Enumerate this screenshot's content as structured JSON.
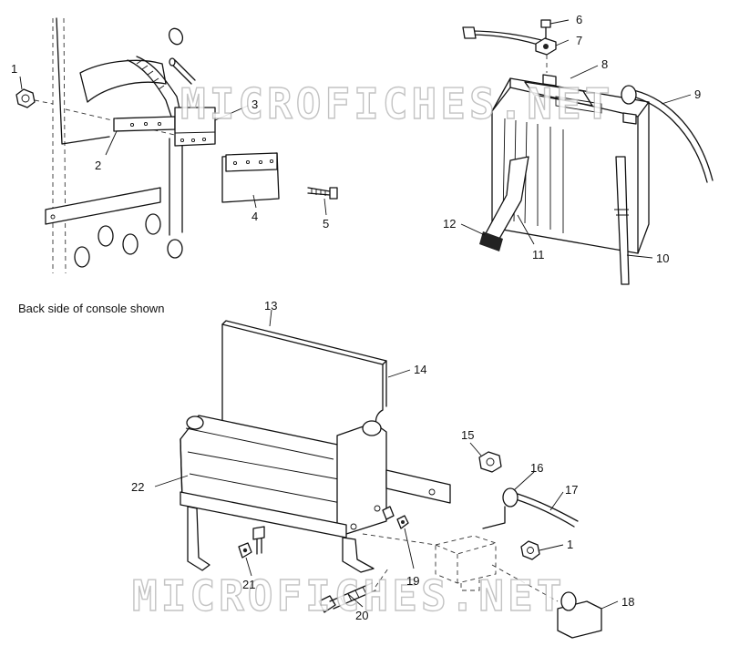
{
  "caption": "Back side of console shown",
  "watermark": "MICROFICHES.NET",
  "callouts": [
    {
      "id": "c1a",
      "label": "1"
    },
    {
      "id": "c2",
      "label": "2"
    },
    {
      "id": "c3",
      "label": "3"
    },
    {
      "id": "c4",
      "label": "4"
    },
    {
      "id": "c5",
      "label": "5"
    },
    {
      "id": "c6",
      "label": "6"
    },
    {
      "id": "c7",
      "label": "7"
    },
    {
      "id": "c8",
      "label": "8"
    },
    {
      "id": "c9",
      "label": "9"
    },
    {
      "id": "c10",
      "label": "10"
    },
    {
      "id": "c11",
      "label": "11"
    },
    {
      "id": "c12",
      "label": "12"
    },
    {
      "id": "c13",
      "label": "13"
    },
    {
      "id": "c14",
      "label": "14"
    },
    {
      "id": "c15",
      "label": "15"
    },
    {
      "id": "c16",
      "label": "16"
    },
    {
      "id": "c17",
      "label": "17"
    },
    {
      "id": "c1b",
      "label": "1"
    },
    {
      "id": "c18",
      "label": "18"
    },
    {
      "id": "c19",
      "label": "19"
    },
    {
      "id": "c20",
      "label": "20"
    },
    {
      "id": "c21",
      "label": "21"
    },
    {
      "id": "c22",
      "label": "22"
    }
  ]
}
